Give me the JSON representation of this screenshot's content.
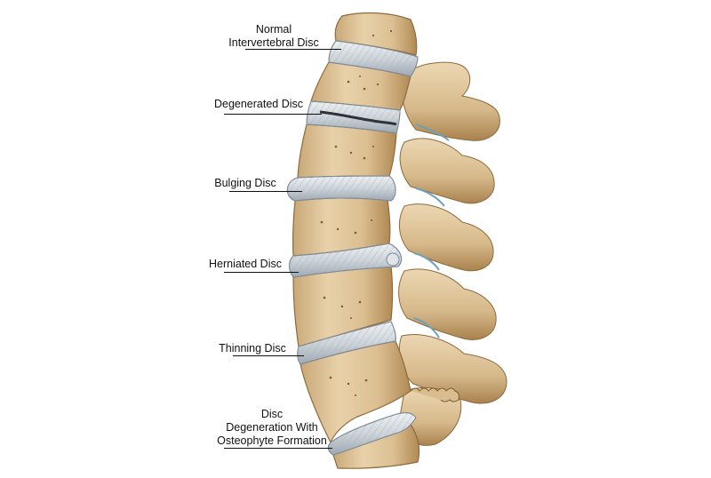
{
  "diagram": {
    "labels": {
      "normal_line1": "Normal",
      "normal_line2": "Intervertebral Disc",
      "degenerated": "Degenerated Disc",
      "bulging": "Bulging Disc",
      "herniated": "Herniated Disc",
      "thinning": "Thinning Disc",
      "osteo_line1": "Disc",
      "osteo_line2": "Degeneration With",
      "osteo_line3": "Osteophyte Formation"
    },
    "colors": {
      "bone": "#e2c9a0",
      "bone_shadow": "#b8935e",
      "bone_dark": "#8e6a3c",
      "disc": "#cfd6dc",
      "disc_dark": "#8f9aa4",
      "leader_line": "#111111"
    }
  }
}
